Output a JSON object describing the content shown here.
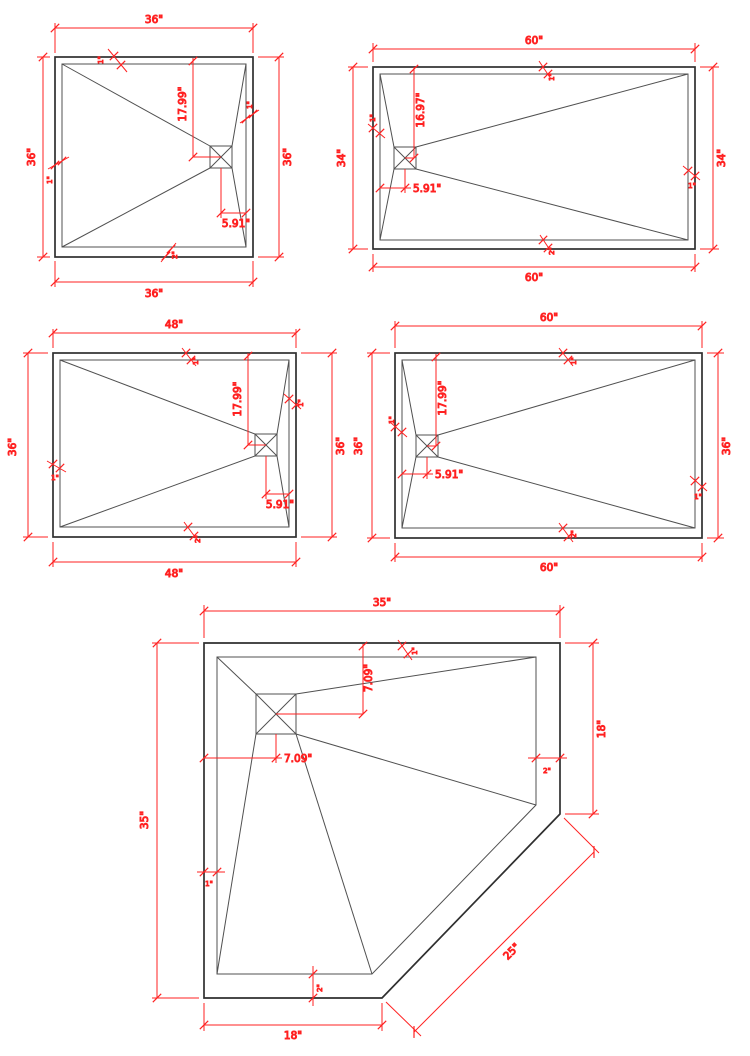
{
  "colors": {
    "dimension_red": "#ff2121",
    "wall_outline": "#2f2f2f",
    "detail_line": "#505050",
    "background": "#ffffff"
  },
  "drawings": [
    {
      "id": "pan-36x36",
      "width_top": "36\"",
      "width_bottom": "36\"",
      "height_left": "36\"",
      "height_right": "36\"",
      "drain_from_top": "17.99\"",
      "drain_from_wall": "5.91\"",
      "wall_top": "1\"",
      "wall_left": "1\"",
      "wall_right": "1\"",
      "curb_bottom": "2\""
    },
    {
      "id": "pan-60x34",
      "width_top": "60\"",
      "width_bottom": "60\"",
      "height_left": "34\"",
      "height_right": "34\"",
      "drain_from_top": "16.97\"",
      "drain_from_wall": "5.91\"",
      "wall_top": "1\"",
      "wall_left": "1\"",
      "wall_right": "1\"",
      "curb_bottom": "2\""
    },
    {
      "id": "pan-48x36",
      "width_top": "48\"",
      "width_bottom": "48\"",
      "height_left": "36\"",
      "height_right": "36\"",
      "drain_from_top": "17.99\"",
      "drain_from_wall": "5.91\"",
      "wall_top": "1\"",
      "wall_left": "1\"",
      "wall_right": "1\"",
      "curb_bottom": "2\""
    },
    {
      "id": "pan-60x36",
      "width_top": "60\"",
      "width_bottom": "60\"",
      "height_left": "36\"",
      "height_right": "36\"",
      "drain_from_top": "17.99\"",
      "drain_from_wall": "5.91\"",
      "wall_top": "1\"",
      "wall_left": "1\"",
      "wall_right": "1\"",
      "curb_bottom": "2\""
    },
    {
      "id": "pan-neo-35x35",
      "width_top": "35\"",
      "height_left": "35\"",
      "height_right": "18\"",
      "width_bottom": "18\"",
      "edge_diagonal": "25\"",
      "drain_from_top": "7.09\"",
      "drain_from_wall": "7.09\"",
      "wall_top": "1\"",
      "wall_left": "1\"",
      "wall_right": "2\"",
      "curb_bottom": "2\""
    }
  ]
}
